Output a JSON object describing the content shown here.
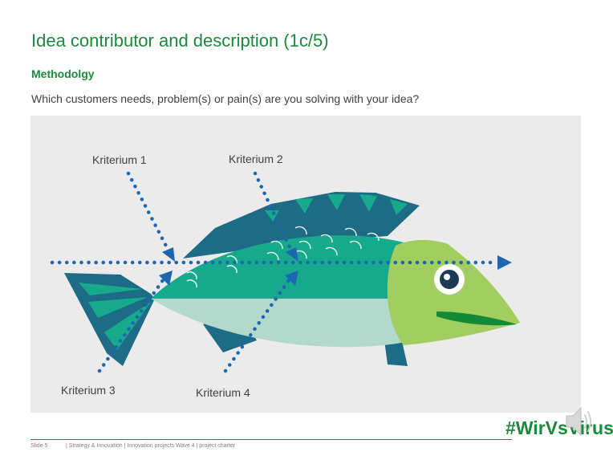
{
  "slide": {
    "title": "Idea contributor and description (1c/5)",
    "subtitle": "Methodolgy",
    "question": "Which customers needs, problem(s) or pain(s) are you solving with your idea?"
  },
  "diagram": {
    "criteria": [
      "Kriterium 1",
      "Kriterium 2",
      "Kriterium 3",
      "Kriterium 4"
    ],
    "colors": {
      "panel": "#ebebeb",
      "fish_dark": "#1e6b85",
      "fish_teal": "#17a98c",
      "fish_belly": "#b3d8cc",
      "fish_head": "#a2cd61",
      "arrow": "#1c67b1"
    }
  },
  "footer": {
    "hashtag": "#WirVsVirus",
    "slide_label": "Slide 5",
    "info": "| Strategy & Innovation | Innovation projects Wave 4 | project charter"
  },
  "icons": [
    "speaker-icon"
  ]
}
